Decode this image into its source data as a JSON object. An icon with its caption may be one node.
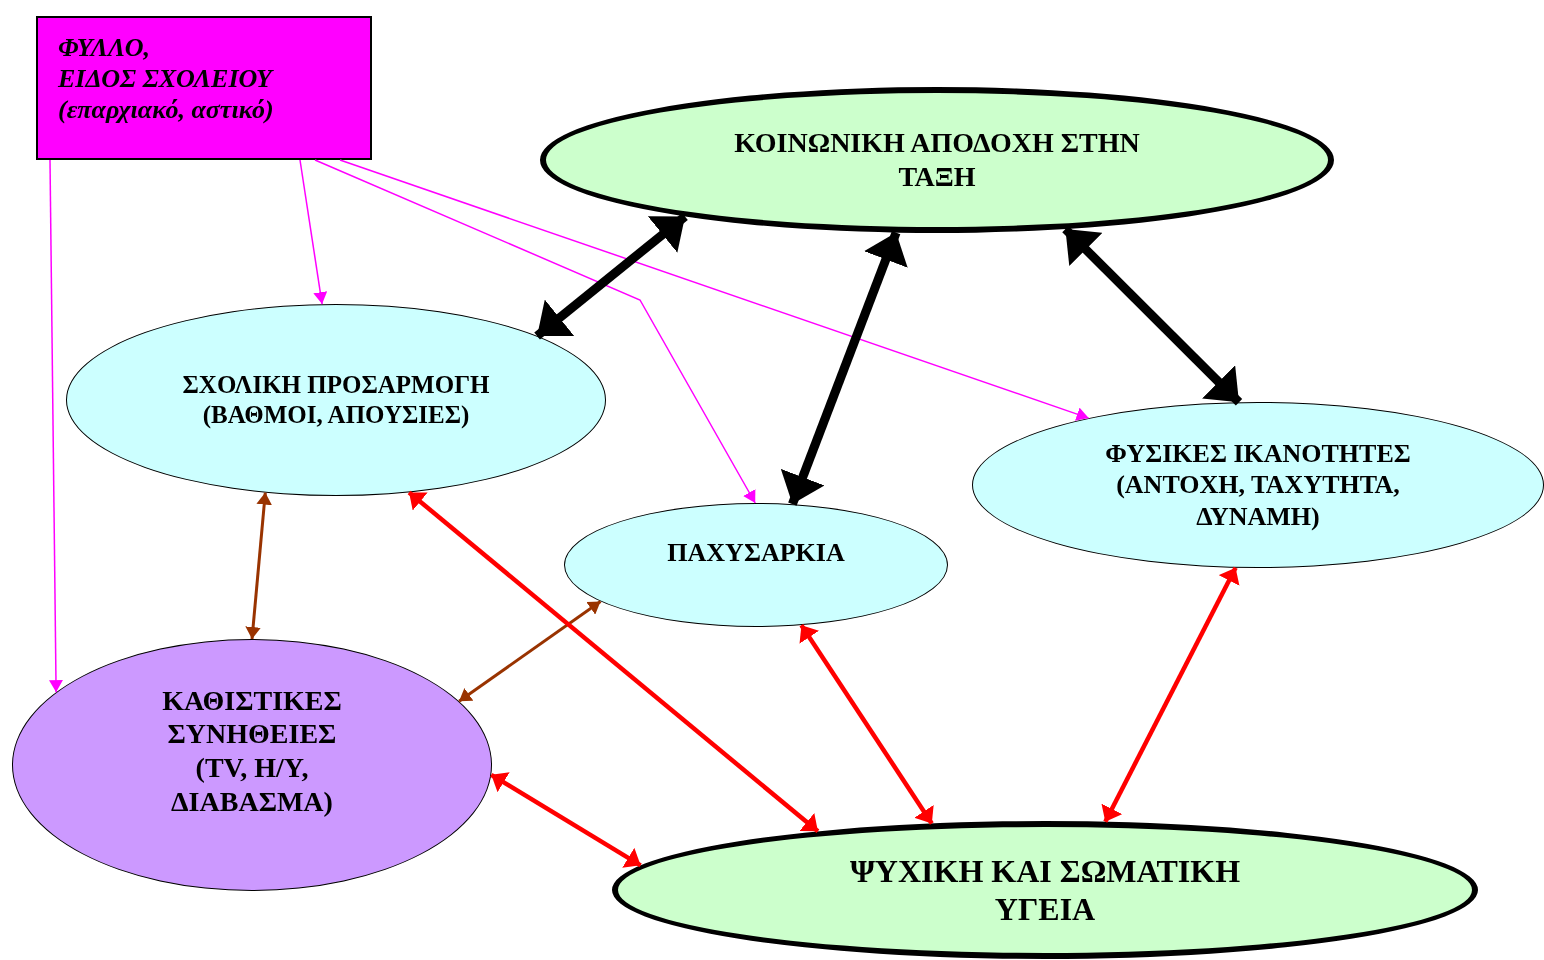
{
  "diagram": {
    "nodes": [
      {
        "text": [
          "ΦΥΛΛΟ,",
          "ΕΙΔΟΣ ΣΧΟΛΕΙΟΥ (επαρχιακό, αστικό)"
        ]
      },
      {
        "text": [
          "ΚΟΙΝΩΝΙΚΗ ΑΠΟΔΟΧΗ ΣΤΗΝ ΤΑΞΗ"
        ]
      },
      {
        "text": [
          "ΣΧΟΛΙΚΗ ΠΡΟΣΑΡΜΟΓΗ (ΒΑΘΜΟΙ, ΑΠΟΥΣΙΕΣ)"
        ]
      },
      {
        "text": [
          "ΦΥΣΙΚΕΣ ΙΚΑΝΟΤΗΤΕΣ (ΑΝΤΟΧΗ, ΤΑΧΥΤΗΤΑ, ΔΥΝΑΜΗ)"
        ]
      },
      {
        "text": [
          "ΠΑΧΥΣΑΡΚΙΑ"
        ]
      },
      {
        "text": [
          "ΚΑΘΙΣΤΙΚΕΣ ΣΥΝΗΘΕΙΕΣ (TV, Η/Υ, ΔΙΑΒΑΣΜΑ)"
        ]
      },
      {
        "text": [
          "ΨΥΧΙΚΗ ΚΑΙ ΣΩΜΑΤΙΚΗ ΥΓΕΙΑ"
        ]
      }
    ],
    "edges": [
      {
        "from": 0,
        "to": 5,
        "arrow": "to",
        "color": "#ff00ff"
      },
      {
        "from": 0,
        "to": 2,
        "arrow": "to",
        "color": "#ff00ff"
      },
      {
        "from": 0,
        "to": 4,
        "arrow": "to",
        "color": "#ff00ff"
      },
      {
        "from": 0,
        "to": 3,
        "arrow": "to",
        "color": "#ff00ff"
      },
      {
        "from": 1,
        "to": 2,
        "arrow": "both",
        "style": "thick",
        "color": "#000000"
      },
      {
        "from": 1,
        "to": 4,
        "arrow": "both",
        "style": "thick",
        "color": "#000000"
      },
      {
        "from": 1,
        "to": 3,
        "arrow": "both",
        "style": "thick",
        "color": "#000000"
      },
      {
        "from": 2,
        "to": 5,
        "arrow": "both",
        "color": "#993300"
      },
      {
        "from": 4,
        "to": 5,
        "arrow": "both",
        "color": "#993300"
      },
      {
        "from": 2,
        "to": 6,
        "arrow": "both",
        "color": "#ff0000"
      },
      {
        "from": 4,
        "to": 6,
        "arrow": "both",
        "color": "#ff0000"
      },
      {
        "from": 3,
        "to": 6,
        "arrow": "both",
        "color": "#ff0000"
      },
      {
        "from": 5,
        "to": 6,
        "arrow": "both",
        "color": "#ff0000"
      }
    ]
  }
}
